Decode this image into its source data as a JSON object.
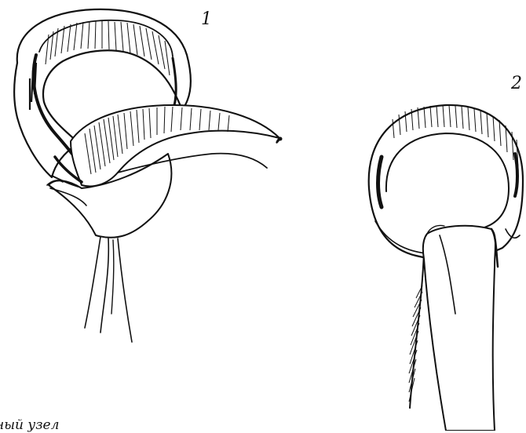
{
  "figure": {
    "panel_1_label": "1",
    "panel_2_label": "2",
    "caption": "ный узел"
  }
}
